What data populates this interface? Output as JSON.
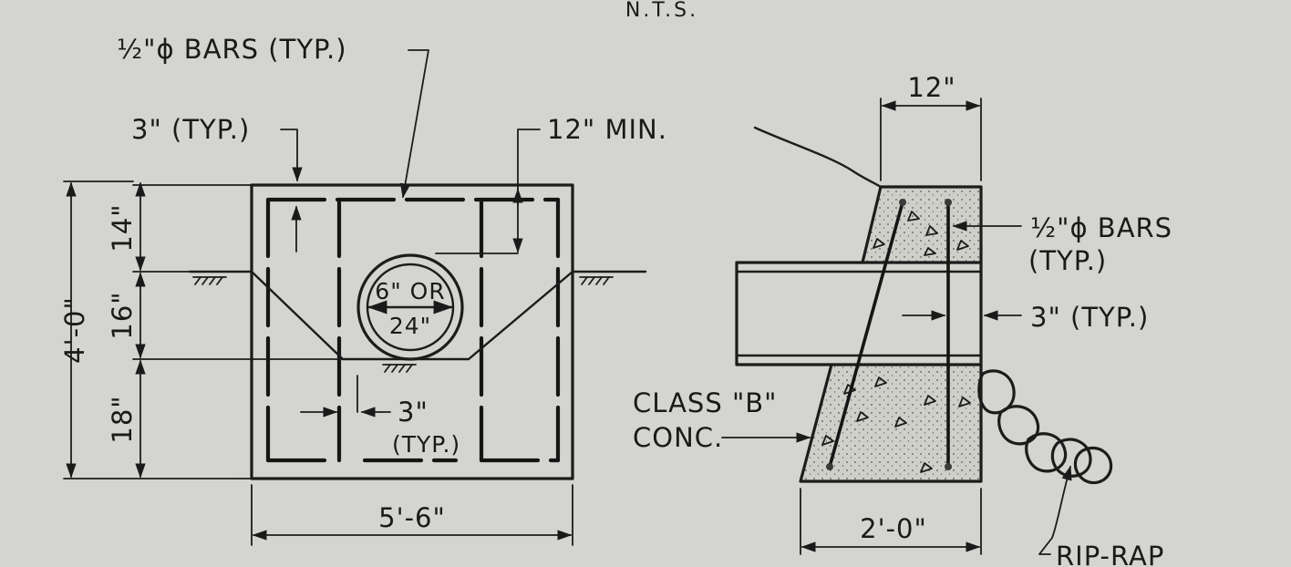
{
  "sheet": {
    "scale_note": "N.T.S."
  },
  "front_view": {
    "bars_note": "½\"ϕ BARS (TYP.)",
    "cover_top_note": "3\" (TYP.)",
    "min_note": "12\" MIN.",
    "dim_top": "14\"",
    "dim_middle": "16\"",
    "dim_bottom": "18\"",
    "dim_height": "4'-0\"",
    "dim_width": "5'-6\"",
    "pipe_size_top": "6\" OR",
    "pipe_size_bottom": "24\"",
    "pipe_cover_value": "3\"",
    "pipe_cover_typ": "(TYP.)"
  },
  "section_view": {
    "dim_top": "12\"",
    "bars_line1": "½\"ϕ BARS",
    "bars_line2": "(TYP.)",
    "cover_note": "3\" (TYP.)",
    "concrete_line1": "CLASS \"B\"",
    "concrete_line2": "CONC.",
    "dim_base": "2'-0\"",
    "riprap_note": "RIP-RAP"
  }
}
